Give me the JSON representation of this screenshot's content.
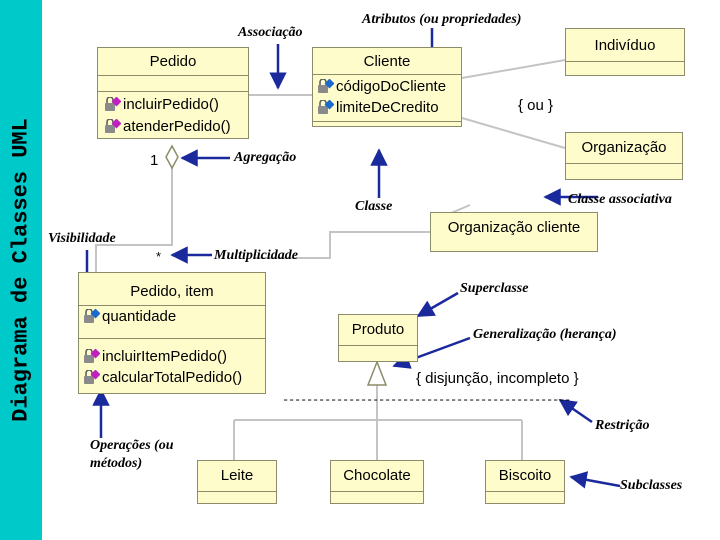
{
  "sidebar": {
    "title": "Diagrama de Classes UML"
  },
  "classes": {
    "pedido": {
      "name": "Pedido",
      "operations": [
        "incluirPedido()",
        "atenderPedido()"
      ]
    },
    "cliente": {
      "name": "Cliente",
      "attributes": [
        "códigoDoCliente",
        "limiteDeCredito"
      ]
    },
    "individuo": {
      "name": "Indivíduo"
    },
    "organizacao": {
      "name": "Organização"
    },
    "organizacao_cliente": {
      "name": "Organização cliente"
    },
    "pedido_item": {
      "name": "Pedido, item",
      "attributes": [
        "quantidade"
      ],
      "operations": [
        "incluirItemPedido()",
        "calcularTotalPedido()"
      ]
    },
    "produto": {
      "name": "Produto"
    },
    "leite": {
      "name": "Leite"
    },
    "chocolate": {
      "name": "Chocolate"
    },
    "biscoito": {
      "name": "Biscoito"
    }
  },
  "constraints": {
    "or": "{ ou }",
    "disjoint": "{ disjunção, incompleto }",
    "dashes": "------------------------------------------------"
  },
  "multiplicity": {
    "one": "1",
    "many": "*"
  },
  "annotations": {
    "associacao": "Associação",
    "atributos": "Atributos (ou propriedades)",
    "agregacao": "Agregação",
    "classe": "Classe",
    "classe_associativa": "Classe associativa",
    "visibilidade": "Visibilidade",
    "multiplicidade": "Multiplicidade",
    "superclasse": "Superclasse",
    "generalizacao": "Generalização (herança)",
    "restricao": "Restrição",
    "operacoes": "Operações (ou métodos)",
    "subclasses": "Subclasses"
  },
  "colors": {
    "sidebar": "#00c9c9",
    "class_fill": "#fffccc",
    "class_border": "#8c8c6a",
    "arrow": "#1a2a9c",
    "connector": "#c4c4c4"
  }
}
